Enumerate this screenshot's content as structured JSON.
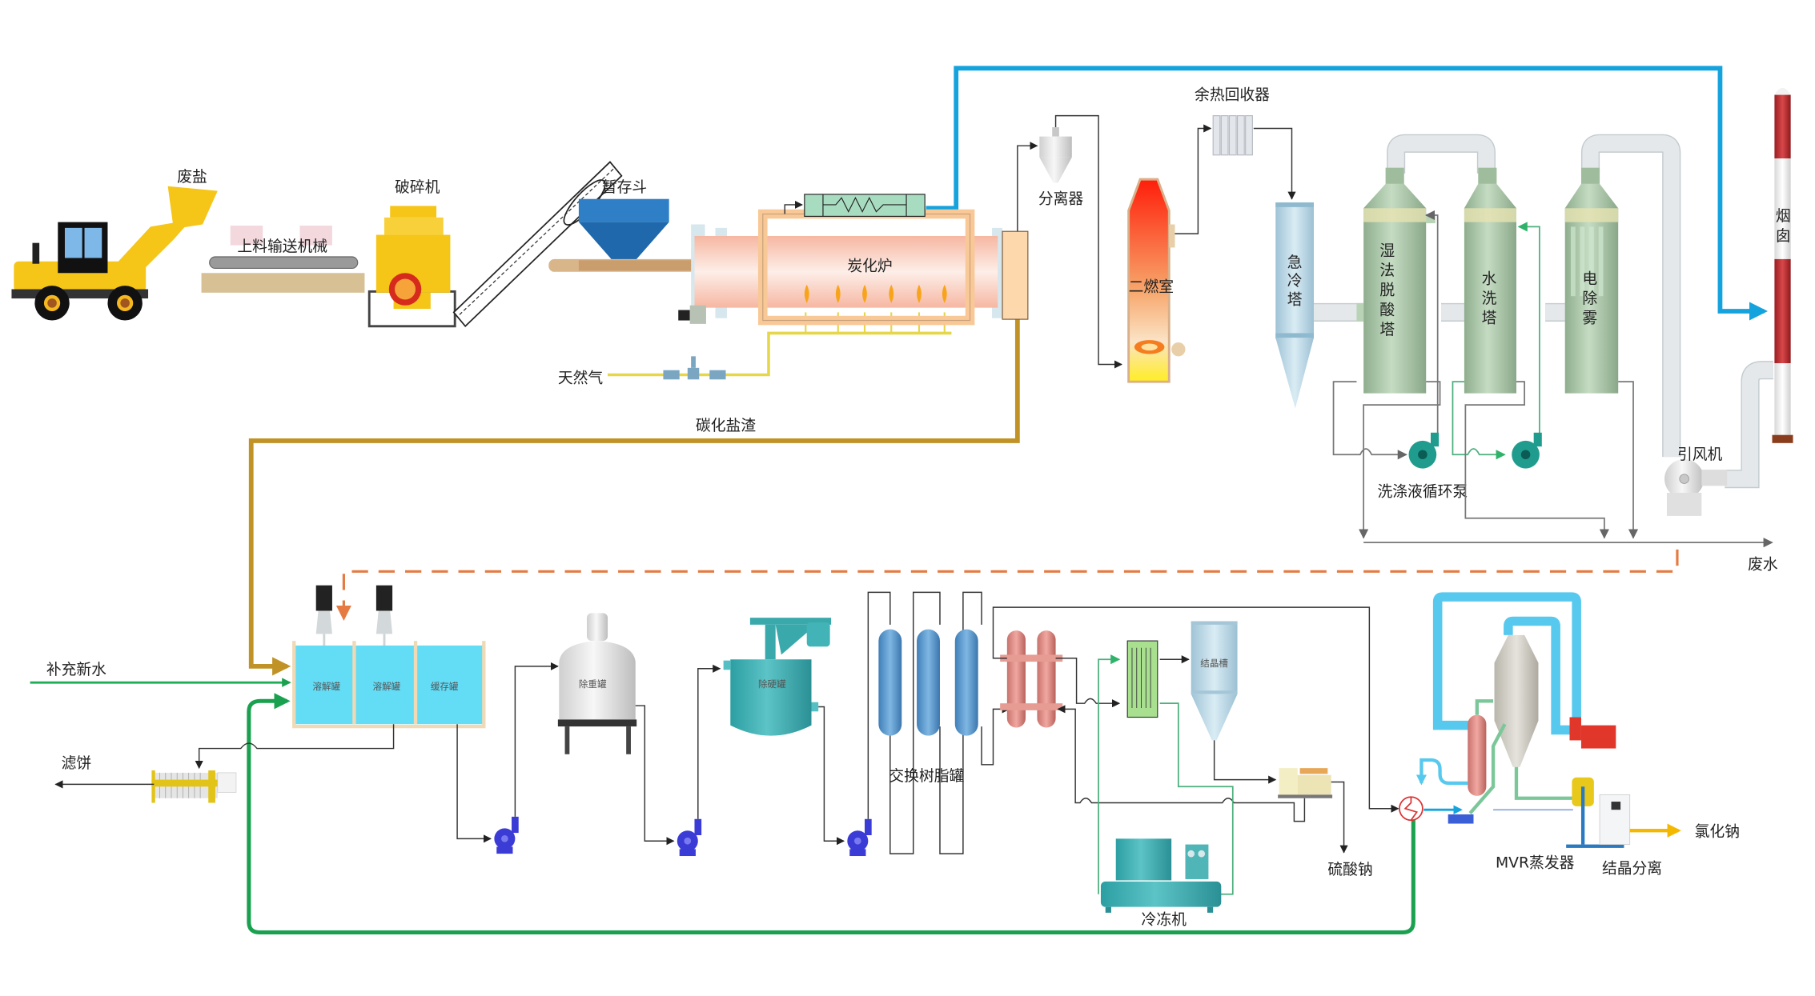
{
  "title": "废盐处理工艺流程图",
  "colors": {
    "flue_gas_line": "#15a3dd",
    "salt_slag_line": "#c19327",
    "recycle_water_line": "#1aa14f",
    "waste_water_dashed": "#e57b43",
    "natural_gas_line": "#e6d64a",
    "product_arrow": "#f5b800"
  },
  "labels": {
    "waste_salt": "废盐",
    "feeding_conveyor": "上料输送机械",
    "crusher": "破碎机",
    "temp_hopper": "暂存斗",
    "carbonization_furnace": "炭化炉",
    "natural_gas": "天然气",
    "separator": "分离器",
    "secondary_combustion": "二燃室",
    "waste_heat_recovery": "余热回收器",
    "quench_tower": "急冷塔",
    "wet_deacid_tower": "湿法脱酸塔",
    "water_wash_tower": "水洗塔",
    "electric_demister": "电除雾",
    "chimney": "烟囱",
    "induced_fan": "引风机",
    "scrubbing_pump": "洗涤液循环泵",
    "waste_water": "废水",
    "carbonized_slag": "碳化盐渣",
    "fresh_water": "补充新水",
    "filter_cake": "滤饼",
    "dissolve_tank_1": "溶解罐",
    "dissolve_tank_2": "溶解罐",
    "buffer_tank": "缓存罐",
    "heavy_metal_tank": "除重罐",
    "hardness_tank": "除硬罐",
    "resin_tanks": "交换树脂罐",
    "crystallizer_tank": "结晶槽",
    "chiller": "冷冻机",
    "sodium_sulfate": "硫酸钠",
    "mvr_evaporator": "MVR蒸发器",
    "crystal_separation": "结晶分离",
    "sodium_chloride": "氯化钠"
  },
  "vertical_labels": {
    "quench_tower": [
      "急",
      "冷",
      "塔"
    ],
    "wet_deacid_tower": [
      "湿",
      "法",
      "脱",
      "酸",
      "塔"
    ],
    "water_wash_tower": [
      "水",
      "洗",
      "塔"
    ],
    "electric_demister": [
      "电",
      "除",
      "雾"
    ],
    "chimney": [
      "烟",
      "囱"
    ]
  }
}
